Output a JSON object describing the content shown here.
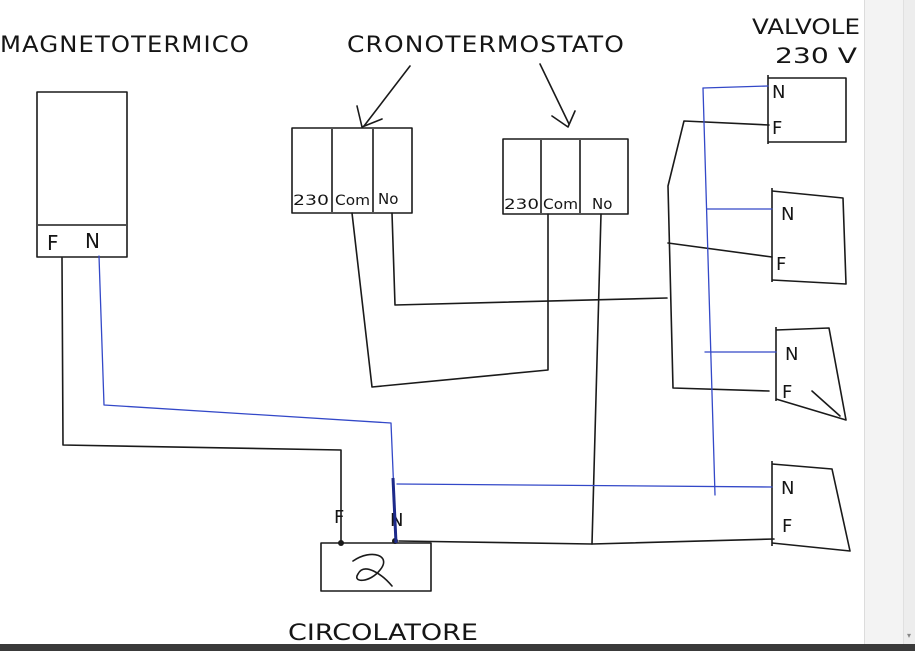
{
  "labels": {
    "magnetotermico": "MAGNETOTERMICO",
    "cronotermostato": "CRONOTERMOSTATO",
    "valvole_line1": "VALVOLE",
    "valvole_line2": "230 V",
    "circolatore": "CIRCOLATORE"
  },
  "magnetotermico_terminals": {
    "f": "F",
    "n": "N"
  },
  "thermostats": [
    {
      "t1": "230",
      "t2": "Com",
      "t3": "No"
    },
    {
      "t1": "230",
      "t2": "Com",
      "t3": "No"
    }
  ],
  "valves": [
    {
      "n": "N",
      "f": "F"
    },
    {
      "n": "N",
      "f": "F"
    },
    {
      "n": "N",
      "f": "F"
    },
    {
      "n": "N",
      "f": "F"
    }
  ],
  "circolatore_terminals": {
    "f": "F",
    "n": "N"
  },
  "colors": {
    "line": "#1a1a1a",
    "neutral_wire": "#3348c8",
    "paper": "#ffffff"
  }
}
